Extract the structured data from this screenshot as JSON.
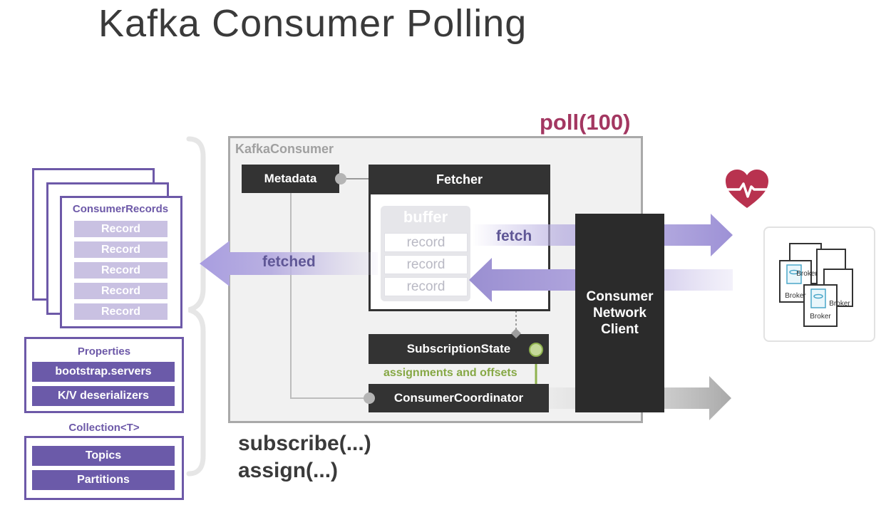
{
  "title": "Kafka Consumer Polling",
  "poll_call": "poll(100)",
  "consumer": {
    "label": "KafkaConsumer",
    "metadata": "Metadata",
    "fetcher": "Fetcher",
    "buffer": "buffer",
    "buffer_records": [
      "record",
      "record",
      "record"
    ],
    "fetch_label": "fetch",
    "fetched_label": "fetched",
    "subscription_state": "SubscriptionState",
    "assignments_label": "assignments and offsets",
    "coordinator": "ConsumerCoordinator",
    "network_client": "Consumer Network Client"
  },
  "subscribe_calls": [
    "subscribe(...)",
    "assign(...)"
  ],
  "consumer_records": {
    "title": "ConsumerRecords",
    "records": [
      "Record",
      "Record",
      "Record",
      "Record",
      "Record"
    ]
  },
  "properties": {
    "title": "Properties",
    "items": [
      "bootstrap.servers",
      "K/V deserializers"
    ]
  },
  "collection": {
    "title": "Collection<T>",
    "items": [
      "Topics",
      "Partitions"
    ]
  },
  "brokers": {
    "labels": [
      "Broker",
      "Broker",
      "Broker",
      "Broker"
    ]
  },
  "colors": {
    "accent_purple": "#6d59a8",
    "arrow_purple": "#9a8fd1",
    "poll_magenta": "#a33761",
    "heart_red": "#b8324f",
    "assign_green": "#86a845",
    "dark_box": "#333333"
  },
  "icons": [
    "heartbeat-icon",
    "broker-icon",
    "database-icon"
  ]
}
